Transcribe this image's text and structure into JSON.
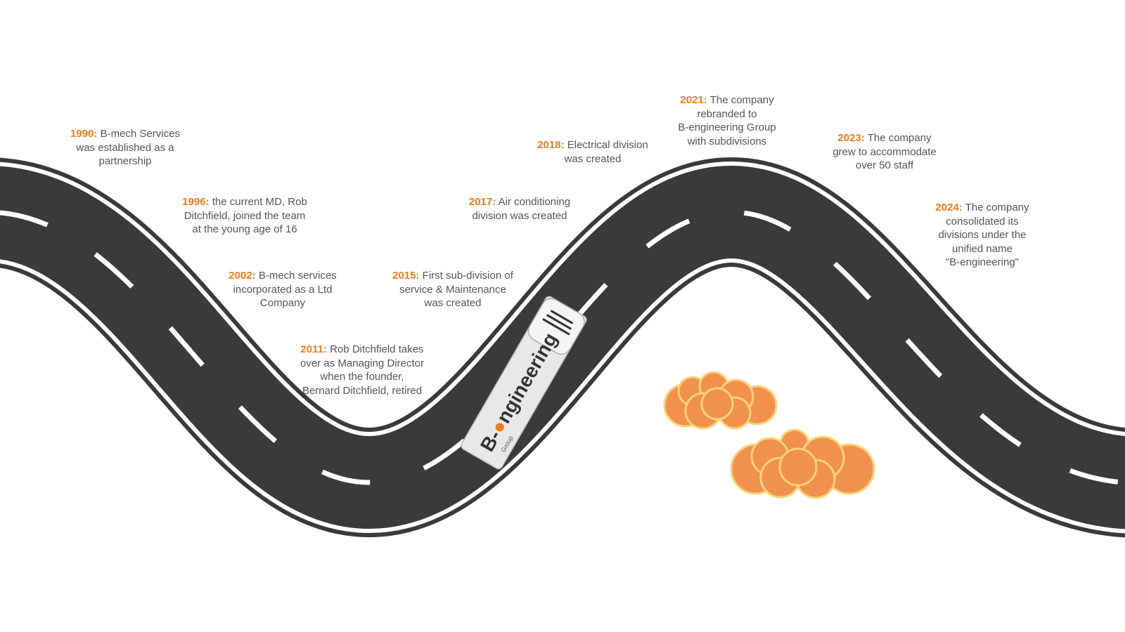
{
  "colors": {
    "road": "#3a3a3a",
    "marking": "#ffffff",
    "accent": "#f07a1a",
    "text": "#555555",
    "cloud": "#f0914f",
    "cloud_edge": "#fcd27a"
  },
  "events": [
    {
      "year": "1990:",
      "lines": [
        "B-mech Services",
        "was established as a",
        "partnership"
      ]
    },
    {
      "year": "1996:",
      "lines": [
        "the current MD, Rob",
        "Ditchfield, joined the team",
        "at the young age of 16"
      ]
    },
    {
      "year": "2002:",
      "lines": [
        "B-mech services",
        "incorporated as a Ltd",
        "Company"
      ]
    },
    {
      "year": "2011:",
      "lines": [
        "Rob Ditchfield takes",
        "over as Managing Director",
        "when the founder,",
        "Bernard Ditchfield, retired"
      ]
    },
    {
      "year": "2015:",
      "lines": [
        "First sub-division of",
        "service & Maintenance",
        "was created"
      ]
    },
    {
      "year": "2017:",
      "lines": [
        "Air conditioning",
        "division was created"
      ]
    },
    {
      "year": "2018:",
      "lines": [
        "Electrical division",
        "was created"
      ]
    },
    {
      "year": "2021:",
      "lines": [
        "The company",
        "rebranded to",
        "B-engineering Group",
        "with subdivisions"
      ]
    },
    {
      "year": "2023:",
      "lines": [
        "The company",
        "grew to accommodate",
        "over 50 staff"
      ]
    },
    {
      "year": "2024:",
      "lines": [
        "The company",
        "consolidated its",
        "divisions under the",
        "unified name",
        "\"B-engineering\""
      ]
    }
  ],
  "van": {
    "logo_prefix": "B-",
    "logo_rest": "ngineering",
    "logo_sub": "Group"
  }
}
